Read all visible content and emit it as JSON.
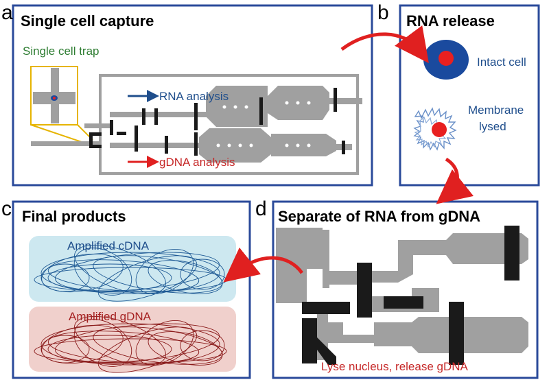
{
  "panel_letters": {
    "a": "a",
    "b": "b",
    "c": "c",
    "d": "d"
  },
  "panels": {
    "a": {
      "title": "Single cell capture",
      "trap_label": "Single cell trap",
      "rna_label": "RNA analysis",
      "gdna_label": "gDNA analysis"
    },
    "b": {
      "title": "RNA release",
      "intact_label": "Intact cell",
      "lysed_line1": "Membrane",
      "lysed_line2": "lysed"
    },
    "c": {
      "title": "Final products",
      "cdna_label": "Amplified cDNA",
      "gdna_label": "Amplified gDNA"
    },
    "d": {
      "title": "Separate of RNA from gDNA",
      "bottom_label": "Lyse nucleus, release gDNA"
    }
  },
  "colors": {
    "frame": "#2a4a9a",
    "channel": "#a0a0a0",
    "valve": "#1a1a1a",
    "trap_box": "#e6b400",
    "cell_body": "#1a4a9e",
    "nucleus": "#e82020",
    "arrow": "#e02020",
    "cdna_bg": "#cde8f0",
    "gdna_bg": "#f0d0cc",
    "cdna_line": "#1f5a95",
    "gdna_line": "#8a1a1a"
  }
}
